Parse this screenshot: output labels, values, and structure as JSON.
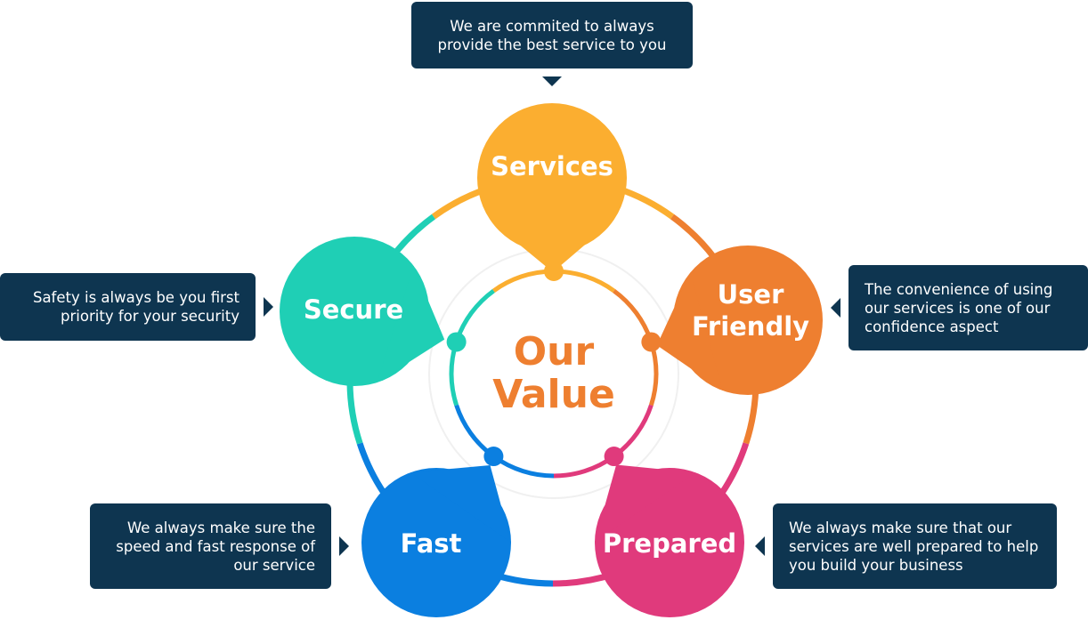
{
  "center_title": [
    "Our",
    "Value"
  ],
  "values": [
    {
      "id": "services",
      "label": "Services",
      "description": "We are commited to always provide the best service to you",
      "color": "#fbae30"
    },
    {
      "id": "user-friendly",
      "label": "User Friendly",
      "description": "The convenience of using our services is one of our confidence aspect",
      "color": "#ee7f30"
    },
    {
      "id": "prepared",
      "label": "Prepared",
      "description": "We always make sure that our services are well prepared to help you build your business",
      "color": "#e03a7c"
    },
    {
      "id": "fast",
      "label": "Fast",
      "description": "We always make sure the speed and fast response of our service",
      "color": "#0b7fe0"
    },
    {
      "id": "secure",
      "label": "Secure",
      "description": "Safety is always be you first priority for your security",
      "color": "#1fcfb5"
    }
  ],
  "callout_color": "#0e3550"
}
